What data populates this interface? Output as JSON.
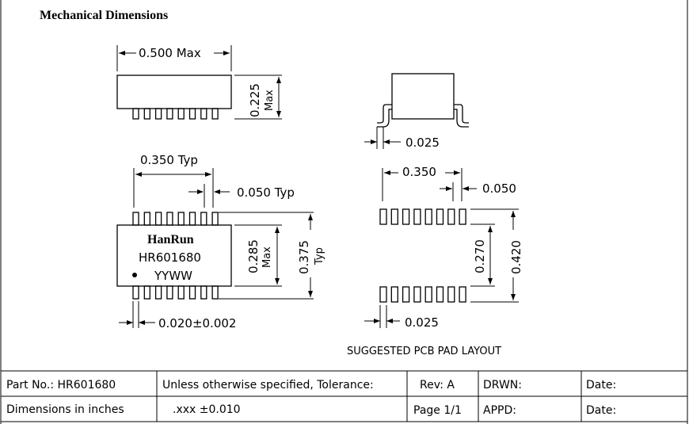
{
  "heading": "Mechanical Dimensions",
  "top_view": {
    "width_dim": "0.500 Max",
    "height_dim_value": "0.225",
    "height_dim_suffix": "Max"
  },
  "side_view": {
    "lead_dim": "0.025"
  },
  "package_view": {
    "pitch_span_dim": "0.350  Typ",
    "pitch_dim": "0.050  Typ",
    "body_dim_value": "0.285",
    "body_dim_suffix": "Max",
    "lead_span_value": "0.375",
    "lead_span_suffix": "Typ",
    "lead_width_dim": "0.020±0.002",
    "brand": "HanRun",
    "part_marking": "HR601680",
    "date_code": "YYWW"
  },
  "pad_layout": {
    "span_dim": "0.350",
    "pitch_dim": "0.050",
    "inner_dim": "0.270",
    "outer_dim": "0.420",
    "pad_width_dim": "0.025",
    "caption": "SUGGESTED  PCB  PAD  LAYOUT"
  },
  "title_block": {
    "part_no": "Part  No.:  HR601680",
    "tolerance_note": "Unless  otherwise  specified,  Tolerance:",
    "rev": "Rev:  A",
    "drwn": "DRWN:",
    "date1": "Date:",
    "units": "Dimensions  in  inches",
    "tolerance_value": ".xxx  ±0.010",
    "page": "Page  1/1",
    "appd": "APPD:",
    "date2": "Date:"
  }
}
